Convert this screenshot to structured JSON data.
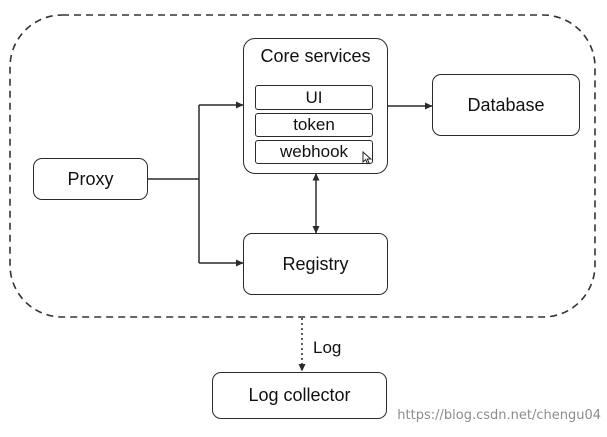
{
  "diagram": {
    "proxy": "Proxy",
    "core_services": {
      "title": "Core services",
      "items": [
        "UI",
        "token",
        "webhook"
      ]
    },
    "database": "Database",
    "registry": "Registry",
    "log_collector": "Log collector",
    "edges": {
      "log": "Log"
    }
  },
  "watermark": "https://blog.csdn.net/chengu04"
}
